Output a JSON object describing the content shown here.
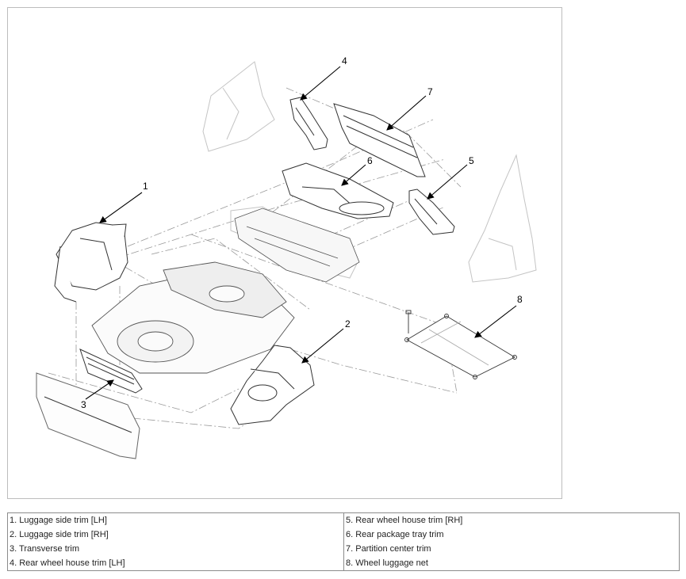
{
  "diagram": {
    "callouts": [
      {
        "id": "1",
        "label": "1"
      },
      {
        "id": "2",
        "label": "2"
      },
      {
        "id": "3",
        "label": "3"
      },
      {
        "id": "4",
        "label": "4"
      },
      {
        "id": "5",
        "label": "5"
      },
      {
        "id": "6",
        "label": "6"
      },
      {
        "id": "7",
        "label": "7"
      },
      {
        "id": "8",
        "label": "8"
      }
    ]
  },
  "legend": {
    "rows": [
      {
        "left": "1. Luggage side trim [LH]",
        "right": "5. Rear wheel house trim [RH]"
      },
      {
        "left": "2. Luggage side trim [RH]",
        "right": "6. Rear package tray trim"
      },
      {
        "left": "3. Transverse trim",
        "right": "7. Partition center trim"
      },
      {
        "left": "4. Rear wheel house trim [LH]",
        "right": "8. Wheel luggage net"
      }
    ]
  }
}
